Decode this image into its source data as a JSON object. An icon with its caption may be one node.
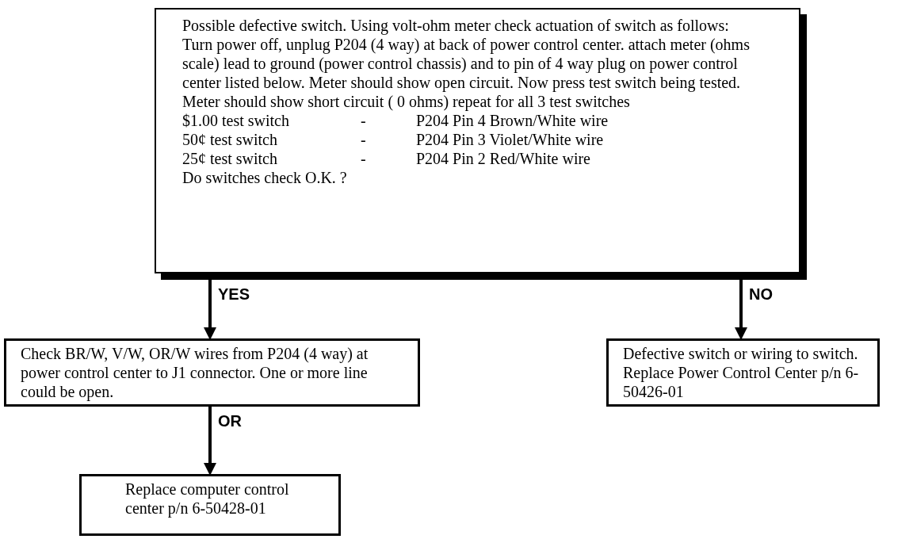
{
  "diagram": {
    "nodes": [
      {
        "text": [
          "Possible defective switch.  Using volt-ohm meter check actuation of switch as follows:",
          "Turn power off, unplug P204 (4 way) at back of power control center. attach meter (ohms scale) lead to ground (power control chassis) and to pin of 4 way plug on power control center listed below.  Meter should show open circuit.  Now press test switch being tested.  Meter should show short circuit ( 0 ohms) repeat for all 3 test switches",
          "$1.00 test switch",
          "-",
          "P204 Pin 4 Brown/White wire",
          "50¢ test switch",
          "-",
          "P204 Pin 3 Violet/White wire",
          "25¢ test switch",
          "-",
          "P204 Pin 2 Red/White wire",
          "Do switches check O.K. ?"
        ]
      },
      {
        "text": [
          "Check BR/W, V/W,  OR/W wires from P204 (4 way) at power control center to J1 connector.  One or more line could be open."
        ]
      },
      {
        "text": [
          "Defective switch or wiring to switch. Replace Power Control Center p/n 6-50426-01"
        ]
      },
      {
        "text": [
          "Replace computer control center p/n 6-50428-01"
        ]
      }
    ],
    "edges": [
      {
        "from": 0,
        "to": 1,
        "arrow": "to",
        "label": "YES"
      },
      {
        "from": 0,
        "to": 2,
        "arrow": "to",
        "label": "NO"
      },
      {
        "from": 1,
        "to": 3,
        "arrow": "to",
        "label": "OR"
      }
    ]
  }
}
